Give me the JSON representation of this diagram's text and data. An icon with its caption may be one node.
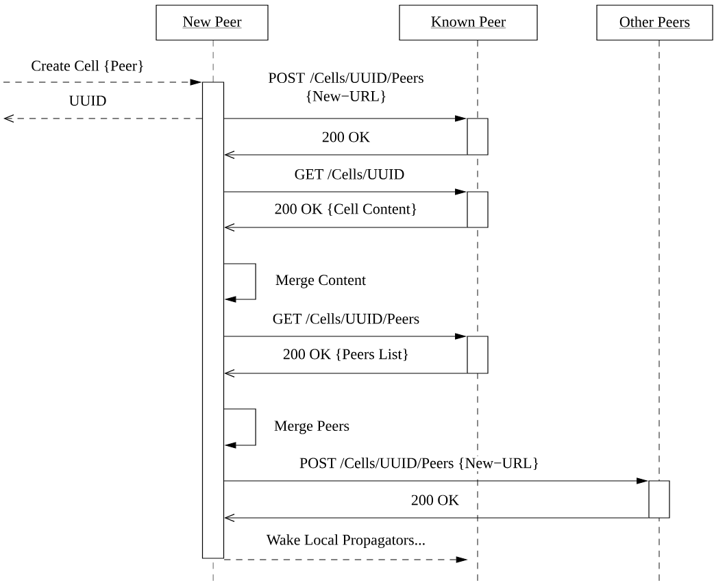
{
  "diagram": {
    "nodes": [
      {
        "text": [
          "New Peer"
        ]
      },
      {
        "text": [
          "Known Peer"
        ]
      },
      {
        "text": [
          "Other Peers"
        ]
      },
      {
        "text": [],
        "shape": "bar"
      },
      {
        "text": [],
        "shape": "bar"
      },
      {
        "text": [],
        "shape": "bar"
      },
      {
        "text": [],
        "shape": "bar"
      },
      {
        "text": [],
        "shape": "bar"
      }
    ],
    "edges": [
      {
        "from": null,
        "to": 3,
        "arrow": "to",
        "label": "Create Cell {Peer}",
        "style": "dashed"
      },
      {
        "from": 3,
        "to": null,
        "arrow": "to",
        "label": "UUID",
        "style": "dashed"
      },
      {
        "from": 3,
        "to": 4,
        "arrow": "to",
        "label": "POST /Cells/UUID/Peers {New−URL}"
      },
      {
        "from": 4,
        "to": 3,
        "arrow": "to",
        "label": "200 OK"
      },
      {
        "from": 3,
        "to": 5,
        "arrow": "to",
        "label": "GET /Cells/UUID"
      },
      {
        "from": 5,
        "to": 3,
        "arrow": "to",
        "label": "200 OK {Cell Content}"
      },
      {
        "from": 3,
        "to": 3,
        "arrow": "to",
        "label": "Merge Content"
      },
      {
        "from": 3,
        "to": 6,
        "arrow": "to",
        "label": "GET /Cells/UUID/Peers"
      },
      {
        "from": 6,
        "to": 3,
        "arrow": "to",
        "label": "200 OK {Peers List}"
      },
      {
        "from": 3,
        "to": 3,
        "arrow": "to",
        "label": "Merge Peers"
      },
      {
        "from": 3,
        "to": 7,
        "arrow": "to",
        "label": "POST /Cells/UUID/Peers {New−URL}"
      },
      {
        "from": 7,
        "to": 3,
        "arrow": "to",
        "label": "200 OK"
      },
      {
        "from": 3,
        "to": null,
        "arrow": "to",
        "label": "Wake Local Propagators...",
        "style": "dashed"
      }
    ]
  }
}
